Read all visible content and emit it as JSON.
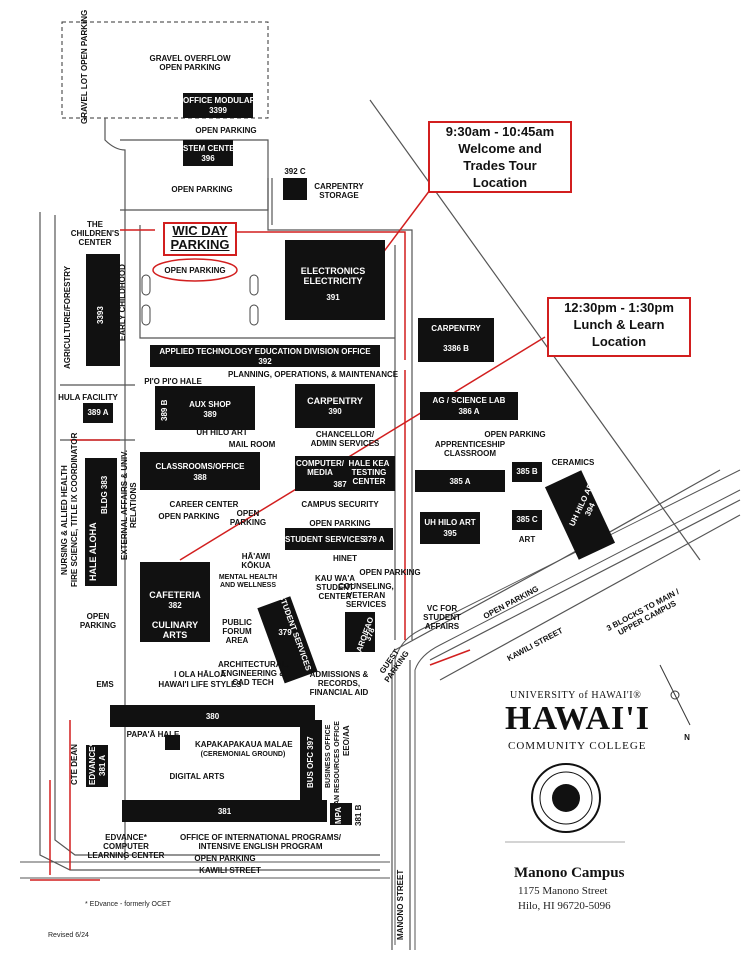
{
  "colors": {
    "accent_red": "#d21f1f",
    "building": "#111111",
    "road": "#888888"
  },
  "callouts": {
    "welcome": {
      "line1": "9:30am - 10:45am",
      "line2": "Welcome and",
      "line3": "Trades Tour",
      "line4": "Location"
    },
    "lunch": {
      "line1": "12:30pm - 1:30pm",
      "line2": "Lunch & Learn",
      "line3": "Location"
    }
  },
  "wic_parking": {
    "line1": "WIC DAY",
    "line2": "PARKING"
  },
  "labels": {
    "gravel_overflow": "GRAVEL OVERFLOW OPEN PARKING",
    "gravel_lot": "GRAVEL LOT OPEN PARKING",
    "office_modular": "OFFICE MODULAR",
    "office_modular_num": "3399",
    "open_parking": "OPEN PARKING",
    "stem_center": "STEM CENTER",
    "stem_num": "396",
    "bldg_392c": "392 C",
    "carpentry_storage": "CARPENTRY STORAGE",
    "childrens_center": "THE CHILDREN'S CENTER",
    "early_childhood": "EARLY CHILDHOOD",
    "agriculture": "AGRICULTURE/FORESTRY",
    "bldg_3393": "3393",
    "electronics": "ELECTRONICS ELECTRICITY",
    "electronics_num": "391",
    "carpentry_top": "CARPENTRY",
    "bldg_3386b": "3386 B",
    "apptech": "APPLIED TECHNOLOGY EDUCATION DIVISION OFFICE",
    "apptech_num": "392",
    "pio_pio_hale": "PI'O PI'O HALE",
    "planning": "PLANNING, OPERATIONS, & MAINTENANCE",
    "hula_facility": "HULA FACILITY",
    "bldg_389a": "389 A",
    "bldg_389b": "389 B",
    "aux_shop": "AUX SHOP",
    "aux_num": "389",
    "carpentry_390": "CARPENTRY",
    "num_390": "390",
    "ag_science": "AG / SCIENCE LAB",
    "num_386a": "386 A",
    "uh_hilo_art_small": "UH HILO ART",
    "mail_room": "MAIL ROOM",
    "chancellor": "CHANCELLOR/ ADMIN SERVICES",
    "open_parking_right": "OPEN PARKING",
    "apprenticeship": "APPRENTICESHIP CLASSROOM",
    "classrooms_office": "CLASSROOMS/OFFICE",
    "num_388": "388",
    "computer_media": "COMPUTER/ MEDIA",
    "num_387": "387",
    "hale_kea": "HALE KEA TESTING CENTER",
    "num_385a": "385 A",
    "num_385b": "385 B",
    "ceramics": "CERAMICS",
    "uh_hilo_art_394": "UH HILO ART",
    "num_394": "394",
    "hale_aloha": "HALE ALOHA",
    "bldg_383": "BLDG 383",
    "external_affairs": "EXTERNAL AFFAIRS & UNIV. RELATIONS",
    "nursing": "NURSING & ALLIED HEALTH",
    "fire_science": "FIRE SCIENCE, TITLE IX COORDINATOR",
    "career_center": "CAREER CENTER",
    "campus_security": "CAMPUS SECURITY",
    "uh_hilo_art_395": "UH HILO ART",
    "num_395": "395",
    "num_385c": "385 C",
    "art": "ART",
    "student_services": "STUDENT SERVICES",
    "num_379a": "379 A",
    "hawi_kokua": "HĀ'AWI KŌKUA",
    "hinet": "HINET",
    "mental_health": "MENTAL HEALTH AND WELLNESS",
    "cafeteria": "CAFETERIA",
    "num_382": "382",
    "culinary": "CULINARY ARTS",
    "kauwa": "KAU WA'A STUDENT CENTER",
    "counseling": "COUNSELING, VETERAN SERVICES",
    "vc_student": "VC FOR STUDENT AFFAIRS",
    "public_forum": "PUBLIC FORUM AREA",
    "student_services_379": "STUDENT SERVICES",
    "num_379": "379",
    "aro_fao": "ARO/FAO",
    "num_378": "378",
    "guest_parking": "GUEST PARKING",
    "admissions": "ADMISSIONS & RECORDS, FINANCIAL AID",
    "architectural": "ARCHITECTURAL, ENGINEERING & CAD TECH",
    "ems": "EMS",
    "i_ola_haloa": "I OLA HĀLOA",
    "hawaii_life": "HAWAI'I LIFE STYLES",
    "num_380": "380",
    "papa_a_hale": "PAPA'Ā HALE",
    "kapakapakaua": "KAPAKAPAKAUA MALAE",
    "ceremonial": "(CEREMONIAL GROUND)",
    "cte_dean": "CTE DEAN",
    "edvance": "EDVANCE*",
    "num_381a": "381 A",
    "bus_ofc": "BUS OFC 397",
    "business_office": "BUSINESS OFFICE",
    "human_resources": "HUMAN RESOURCES OFFICE",
    "eeo": "EEO/AA",
    "digital_arts": "DIGITAL ARTS",
    "num_381": "381",
    "mpa": "MPA",
    "num_381b": "381 B",
    "edvance_computer": "EDVANCE* COMPUTER LEARNING CENTER",
    "office_intl": "OFFICE OF INTERNATIONAL PROGRAMS/ INTENSIVE ENGLISH PROGRAM",
    "kawili_bottom": "KAWILI STREET",
    "kawili_right": "KAWILI STREET",
    "manono_street": "MANONO STREET",
    "three_blocks": "3 BLOCKS TO MAIN / UPPER CAMPUS",
    "north": "N"
  },
  "logo": {
    "university": "UNIVERSITY of HAWAI'I®",
    "hawaii": "HAWAI'I",
    "cc": "COMMUNITY COLLEGE"
  },
  "campus": {
    "name": "Manono Campus",
    "street": "1175 Manono Street",
    "city": "Hilo, HI 96720-5096"
  },
  "notes": {
    "edvance_note": "* EDvance - formerly OCET",
    "revised": "Revised 6/24"
  }
}
